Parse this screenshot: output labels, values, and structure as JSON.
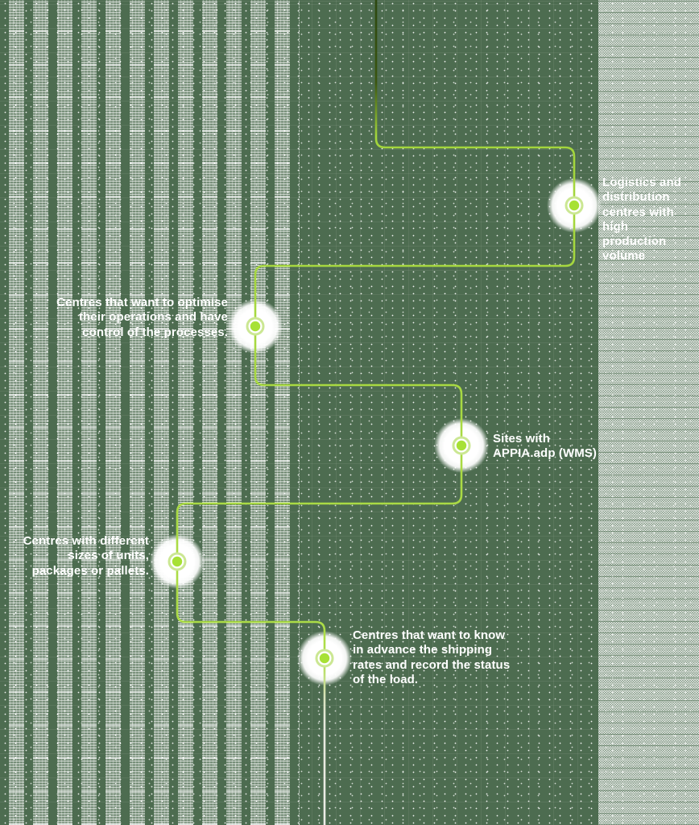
{
  "colors": {
    "background": "#4d6c50",
    "texture_dots": "#ffffff",
    "path_top_dark": "#2c470f",
    "path_bright": "#addd48",
    "path_pale_bottom": "#ecede7",
    "node_halo": "#ffffff",
    "node_ring": "#cbe793",
    "node_dot": "#a7e135",
    "label_text": "#ffffff"
  },
  "flow": {
    "nodes": [
      {
        "label": "Logistics and\ndistribution\ncentres with high\nproduction volume"
      },
      {
        "label": "Centres that want to optimise\ntheir operations and have\ncontrol of the processes."
      },
      {
        "label": "Sites with\nAPPIA.adp (WMS)"
      },
      {
        "label": "Centres with different\nsizes of units,\npackages or pallets."
      },
      {
        "label": "Centres that want to know\nin advance the shipping\nrates and record the status\nof the load."
      }
    ]
  }
}
